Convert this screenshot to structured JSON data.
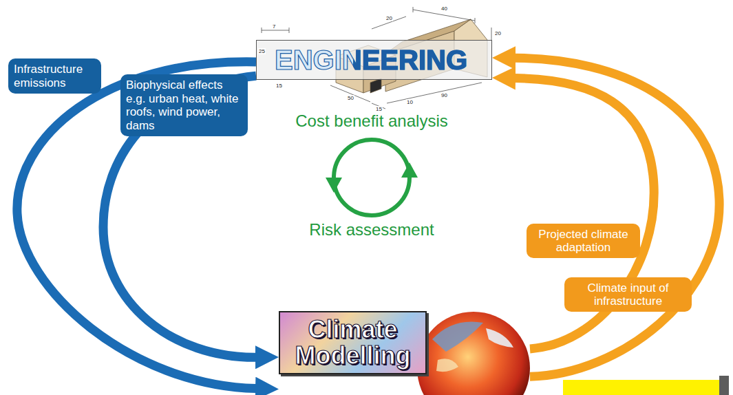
{
  "diagram": {
    "nodes": [
      {
        "text": [
          "ENGINEERING"
        ]
      },
      {
        "text": [
          "Infrastructure emissions"
        ]
      },
      {
        "text": [
          "Biophysical effects e.g. urban heat, white roofs, wind power, dams"
        ]
      },
      {
        "text": [
          "Projected climate adaptation"
        ]
      },
      {
        "text": [
          "Climate input of infrastructure"
        ]
      },
      {
        "text": [
          "Climate Modelling"
        ]
      }
    ],
    "edges": [
      {
        "from": 0,
        "to": 5,
        "arrow": "to"
      },
      {
        "from": 0,
        "to": 5,
        "arrow": "to"
      },
      {
        "from": 5,
        "to": 0,
        "arrow": "to"
      },
      {
        "from": 5,
        "to": 0,
        "arrow": "to"
      }
    ],
    "labels": [
      "Cost benefit analysis",
      "Risk assessment",
      "7",
      "25",
      "15",
      "40",
      "20",
      "20",
      "50",
      "15",
      "10",
      "90"
    ]
  }
}
